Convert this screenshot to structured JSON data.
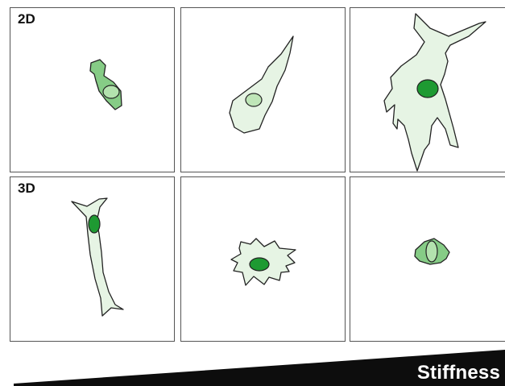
{
  "rows": [
    {
      "label": "2D"
    },
    {
      "label": "3D"
    }
  ],
  "stiffness_label": "Stiffness",
  "colors": {
    "border": "#555555",
    "cell_fill_2d_small": "#86cc86",
    "cell_fill_light": "#e6f4e4",
    "nucleus_dark": "#1e9a32",
    "nucleus_light": "#9ad896",
    "outline": "#222222",
    "wedge": "#0d0d0d"
  }
}
